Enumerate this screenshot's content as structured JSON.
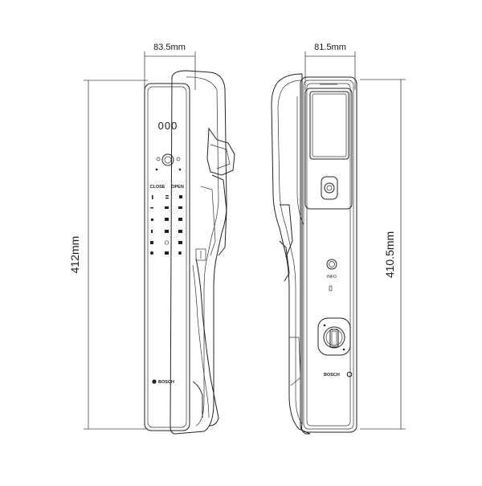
{
  "dimensions": {
    "front_width": "83.5mm",
    "back_width": "81.5mm",
    "front_height": "412mm",
    "back_height": "410.5mm"
  },
  "front_panel": {
    "display_text": "000",
    "close_label": "CLOSE",
    "open_label": "OPEN",
    "brand_text": "BOSCH"
  },
  "back_panel": {
    "info_label": "INFO",
    "brand_text": "BOSCH"
  }
}
